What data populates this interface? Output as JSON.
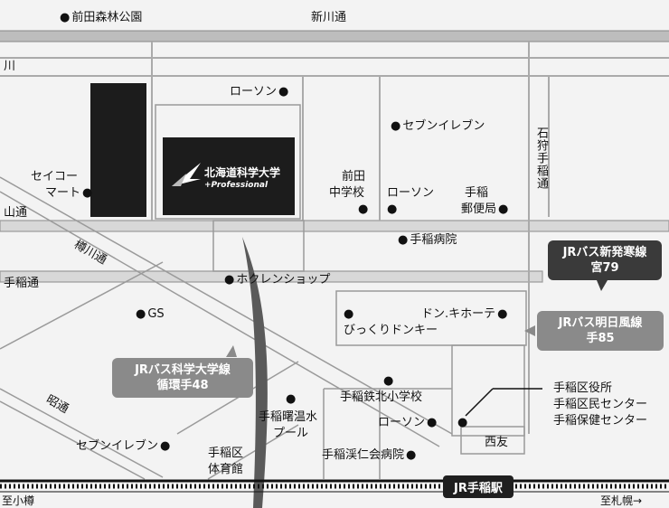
{
  "roads": {
    "shinkawa": "新川通",
    "kawa": "川",
    "yama": "山通",
    "teine": "手稲通",
    "tarukawa": "樽川通",
    "sho": "昭通",
    "otaru": "至小樽",
    "sapporo": "至札幌→"
  },
  "places": {
    "maeda_park": "前田森林公園",
    "lawson1": "ローソン",
    "seven1": "セブンイレブン",
    "seico1": "セイコー",
    "seico2": "マート",
    "maeda1": "前田",
    "maeda2": "中学校",
    "lawson2": "ローソン",
    "post1": "手稲",
    "post2": "郵便局",
    "hospital": "手稲病院",
    "hokuren": "ホクレンショップ",
    "gs": "GS",
    "donki": "ドン.キホーテ",
    "bikkuri": "びっくりドンキー",
    "tekkita": "手稲鉄北小学校",
    "pool1": "手稲曙温水",
    "pool2": "プール",
    "lawson3": "ローソン",
    "seven2": "セブンイレブン",
    "gym1": "手稲区",
    "gym2": "体育館",
    "keijin": "手稲渓仁会病院",
    "nishitomo": "西友",
    "ward1": "手稲区役所",
    "ward2": "手稲区民センター",
    "ward3": "手稲保健センター",
    "station": "JR手稲駅"
  },
  "university": {
    "name": "北海道科学大学",
    "sub": "+Professional"
  },
  "bus": {
    "shinhassamu1": "JRバス新発寒線",
    "shinhassamu2": "宮79",
    "ashitakaze1": "JRバス明日風線",
    "ashitakaze2": "手85",
    "kagakudai1": "JRバス科学大学線",
    "kagakudai2": "循環手48"
  },
  "colors": {
    "road": "#a8a8a8",
    "block": "#9a9a9a",
    "dark": "#1c1c1c",
    "river": "#555555"
  }
}
